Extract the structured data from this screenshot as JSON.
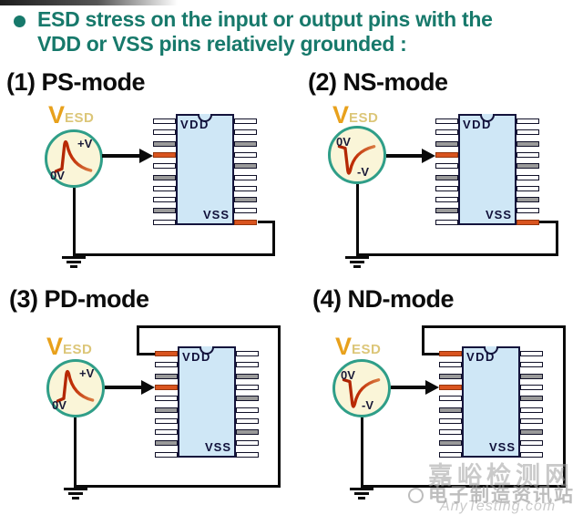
{
  "header": {
    "title_line1": "ESD stress on the input or output pins with the",
    "title_line2": "VDD or VSS pins relatively grounded :"
  },
  "source": {
    "label_main": "V",
    "label_sub": "ESD"
  },
  "chip": {
    "vdd_label": "VDD",
    "vss_label": "VSS"
  },
  "modes": [
    {
      "title": "(1) PS-mode",
      "pulse": "positive",
      "wave_upper": "+V",
      "wave_lower": "0V",
      "grounded_pin": "VSS"
    },
    {
      "title": "(2) NS-mode",
      "pulse": "negative",
      "wave_upper": "0V",
      "wave_lower": "-V",
      "grounded_pin": "VSS"
    },
    {
      "title": "(3) PD-mode",
      "pulse": "positive",
      "wave_upper": "+V",
      "wave_lower": "0V",
      "grounded_pin": "VDD"
    },
    {
      "title": "(4) ND-mode",
      "pulse": "negative",
      "wave_upper": "0V",
      "wave_lower": "-V",
      "grounded_pin": "VDD"
    }
  ],
  "watermark": {
    "line1": "嘉峪检测网",
    "line2": "电子制造资讯站",
    "line3": "AnyTesting.com"
  },
  "colors": {
    "title_teal": "#17796b",
    "circle_border": "#2f9e88",
    "circle_fill": "#faf5d8",
    "chip_fill": "#cfe7f6",
    "pin_highlight": "#d9541f",
    "wave_red": "#bb2808",
    "vesd_orange": "#e8a11c",
    "vesd_sub_gold": "#dcc678"
  }
}
